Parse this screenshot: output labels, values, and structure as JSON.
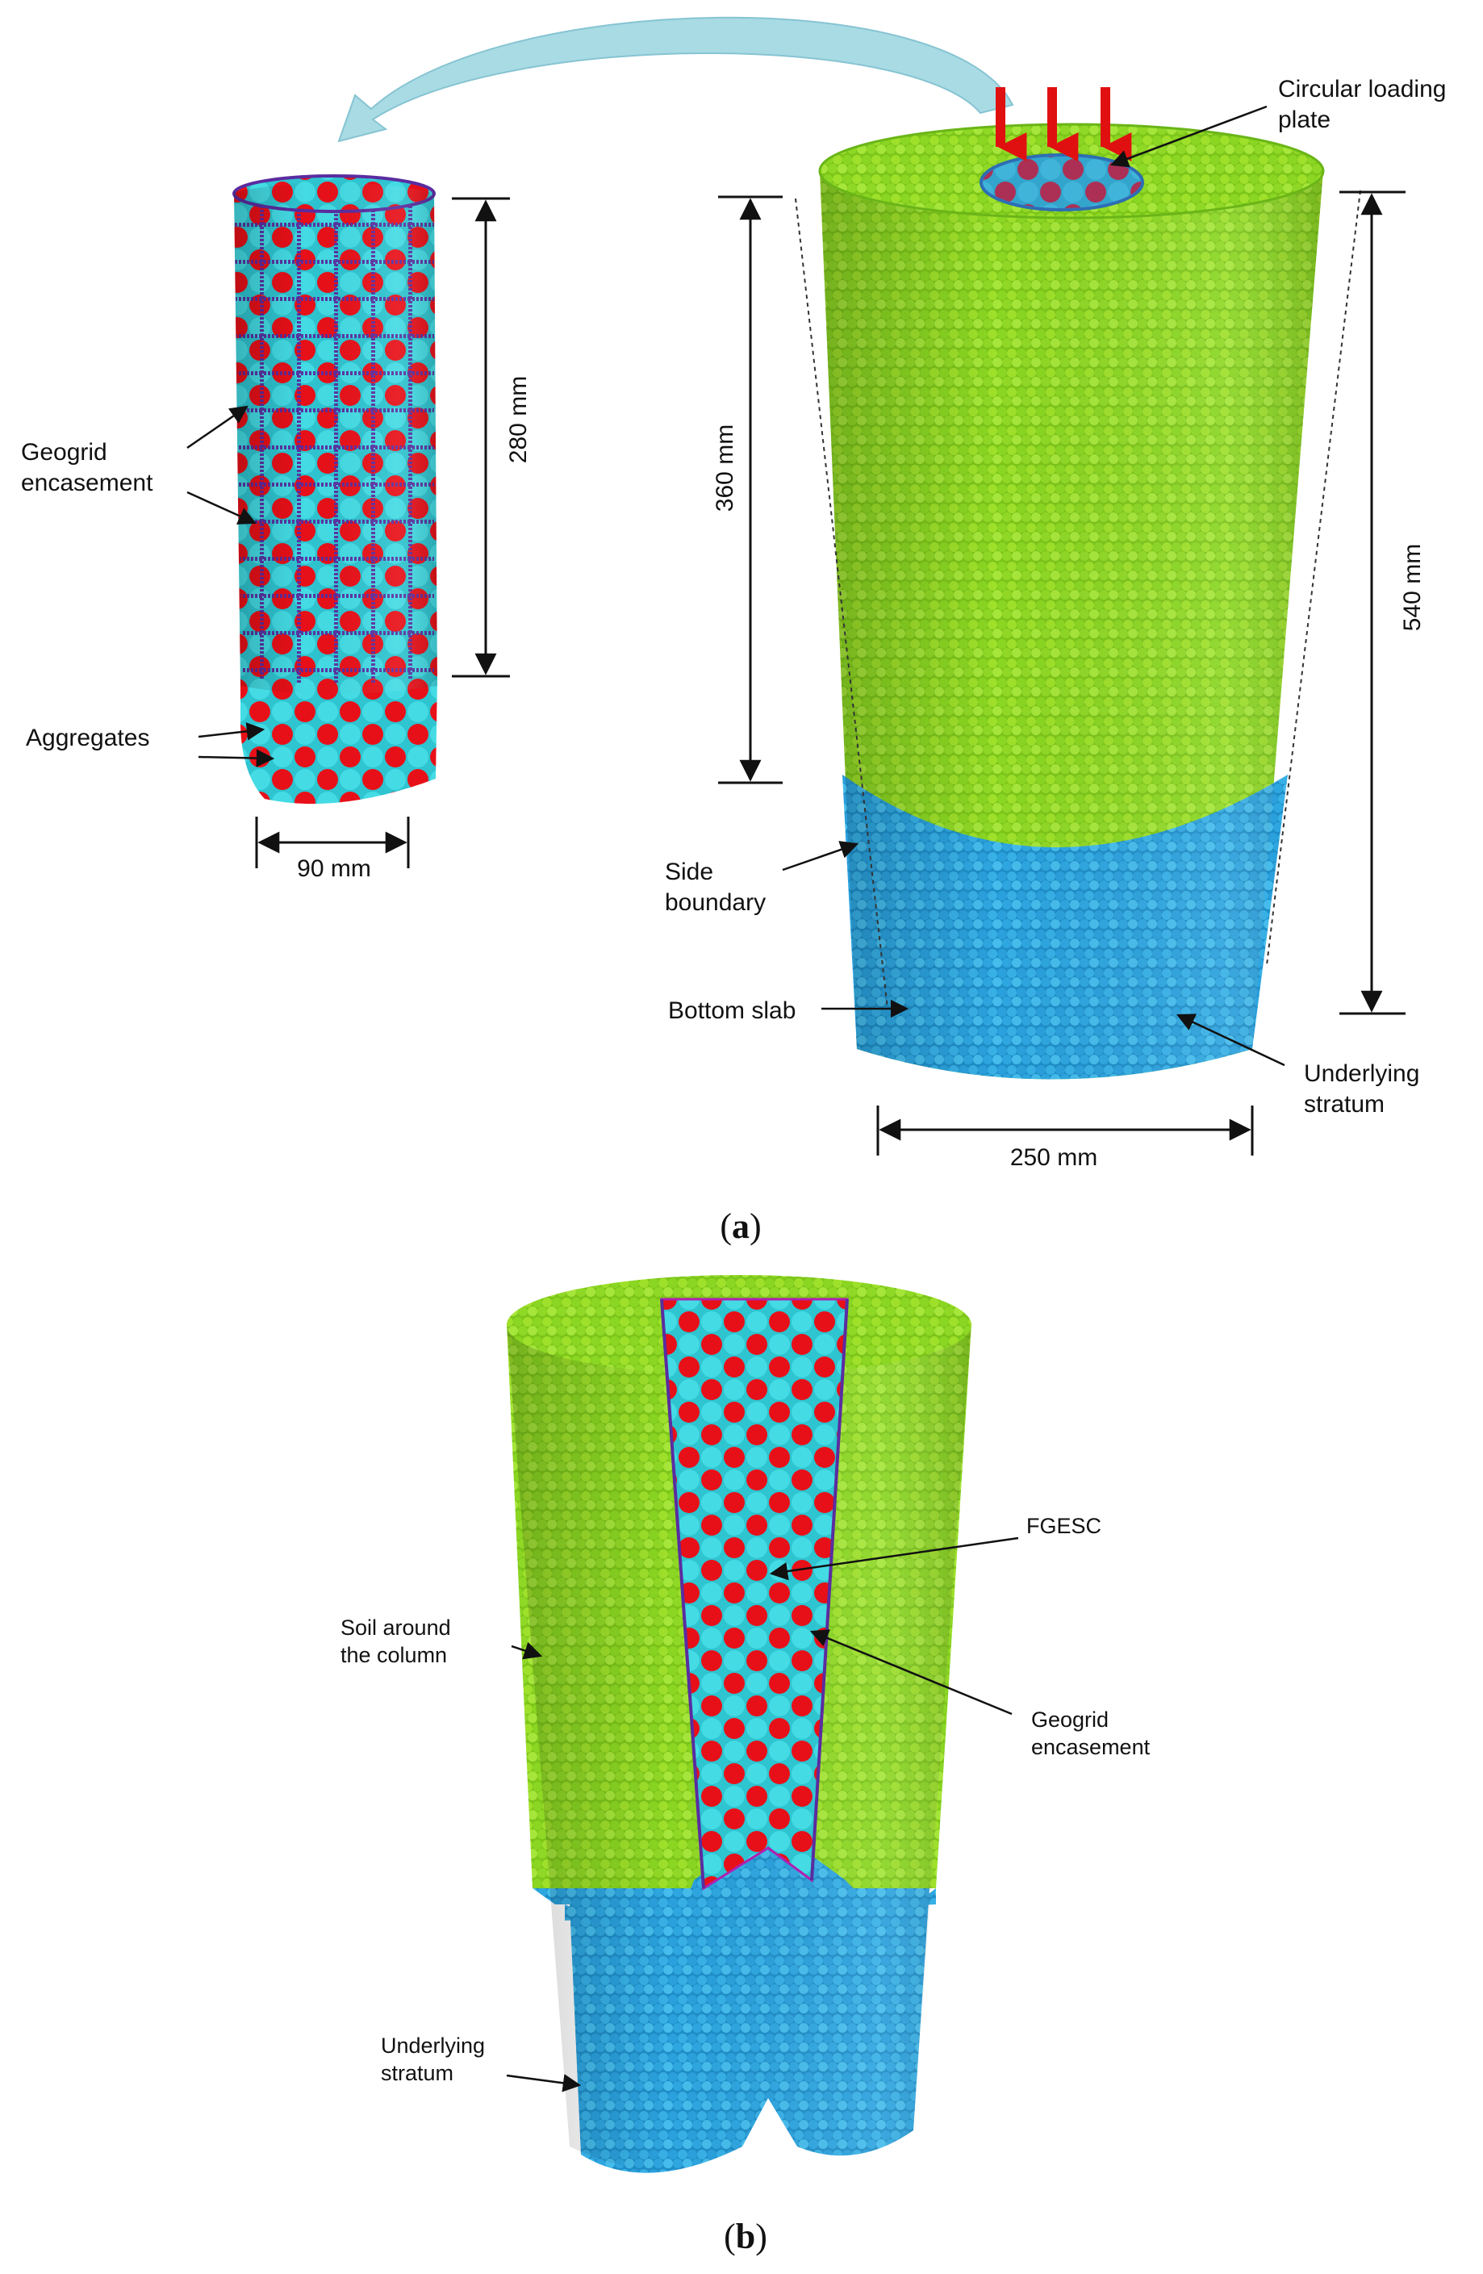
{
  "panel_a": {
    "caption_open": "(",
    "caption_letter": "a",
    "caption_close": ")",
    "labels": {
      "circular_loading_plate_line1": "Circular loading",
      "circular_loading_plate_line2": "plate",
      "geogrid_encasement_line1": "Geogrid",
      "geogrid_encasement_line2": "encasement",
      "aggregates": "Aggregates",
      "side_boundary_line1": "Side",
      "side_boundary_line2": "boundary",
      "bottom_slab": "Bottom slab",
      "underlying_stratum_line1": "Underlying",
      "underlying_stratum_line2": "stratum"
    },
    "dimensions": {
      "column_height": "280 mm",
      "column_diameter": "90 mm",
      "soil_depth": "360 mm",
      "total_height": "540 mm",
      "tank_diameter": "250 mm"
    }
  },
  "panel_b": {
    "caption_open": "(",
    "caption_letter": "b",
    "caption_close": ")",
    "labels": {
      "fgesc": "FGESC",
      "soil_around_line1": "Soil around",
      "soil_around_line2": "the column",
      "geogrid_encasement_line1": "Geogrid",
      "geogrid_encasement_line2": "encasement",
      "underlying_stratum_line1": "Underlying",
      "underlying_stratum_line2": "stratum"
    }
  },
  "colors": {
    "soil": "#8fd41a",
    "stratum": "#2fa8e0",
    "aggregate_red": "#e81018",
    "aggregate_cyan": "#38d6e0",
    "geogrid": "#5a2ca0",
    "load_arrow": "#e01010",
    "curved_arrow": "#a9dbe4"
  }
}
